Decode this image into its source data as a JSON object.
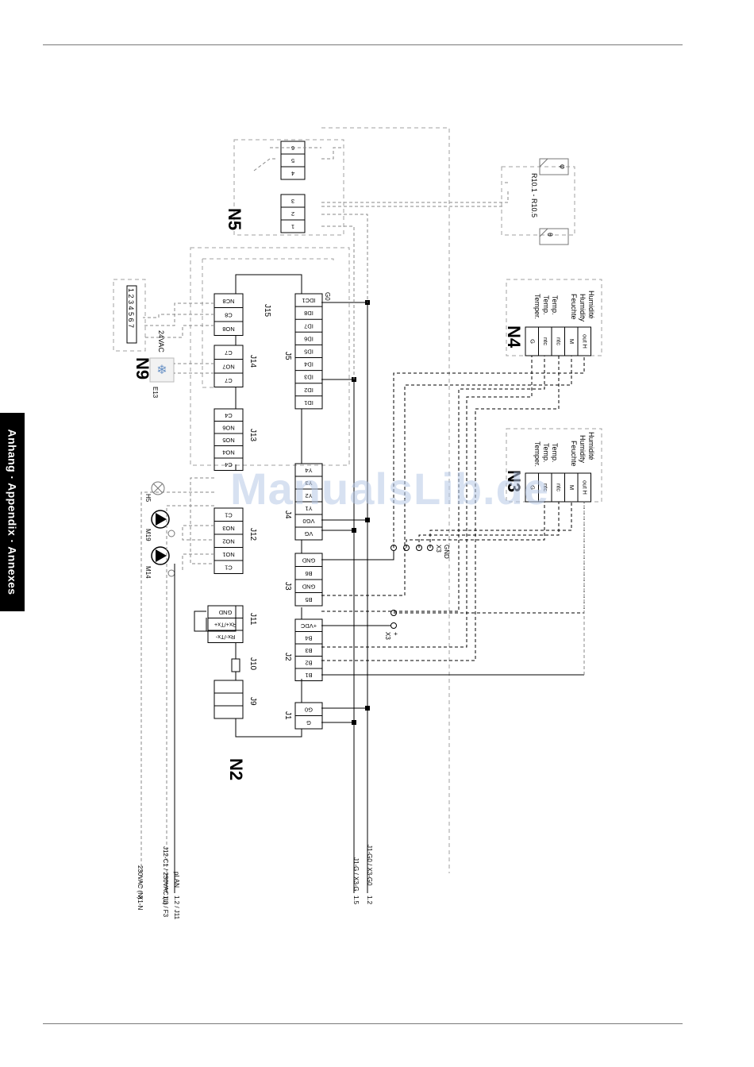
{
  "side_tab": "Anhang · Appendix · Annexes",
  "watermark": "ManualsLib.de",
  "modules": {
    "n2": "N2",
    "n5": "N5",
    "n9": "N9",
    "n4": "N4",
    "n3": "N3"
  },
  "connectors": {
    "j1": "J1",
    "j2": "J2",
    "j3": "J3",
    "j4": "J4",
    "j5": "J5",
    "j9": "J9",
    "j10": "J10",
    "j11": "J11",
    "j12": "J12",
    "j13": "J13",
    "j14": "J14",
    "j15": "J15"
  },
  "pins": {
    "j1": [
      "G0",
      "G"
    ],
    "j2": [
      "+VDC",
      "B4",
      "B3",
      "B2",
      "B1"
    ],
    "j3": [
      "GND",
      "B6",
      "GND",
      "B5"
    ],
    "j4": [
      "Y4",
      "Y3",
      "Y2",
      "Y1",
      "VG0",
      "VG"
    ],
    "j5": [
      "IDC1",
      "ID8",
      "ID7",
      "ID6",
      "ID5",
      "ID4",
      "ID3",
      "ID2",
      "ID1"
    ],
    "j11": [
      "GND",
      "Rx+/Tx+",
      "Rx-/Tx-"
    ],
    "j12": [
      "C1",
      "NO3",
      "NO2",
      "NO1",
      "C1"
    ],
    "j13": [
      "C4",
      "NO6",
      "NO5",
      "NO4",
      "C4"
    ],
    "j14": [
      "C7",
      "NO7",
      "C7"
    ],
    "j15": [
      "NC8",
      "C8",
      "NO8"
    ],
    "n5": [
      "6",
      "5",
      "4",
      "3",
      "2",
      "1"
    ],
    "n9": "1 2 3 4 5 6 7",
    "sensor": [
      "G",
      "ntc",
      "ntc",
      "M",
      "out H"
    ]
  },
  "sensor_labels": {
    "temp": [
      "Temper.",
      "Temp.",
      "Temp."
    ],
    "hum": [
      "Feuchte",
      "Humidity",
      "Humidité"
    ]
  },
  "components": {
    "e13": "E13",
    "h5": "H5",
    "m19": "M19",
    "m14": "M14",
    "vac24": "24VAC",
    "r10": "R10.1 - R10.5",
    "r_phi": "φ",
    "r_theta": "θ",
    "x3_gnd": "X3",
    "gnd": "GND",
    "x3_plus": "X3",
    "plus": "+",
    "g0_label": "G0"
  },
  "wires": {
    "w1": [
      "X1-N",
      "230VAC (N)"
    ],
    "w2": [
      "1.8 / F3",
      "J12-C1 / 230VAC (L)"
    ],
    "w3": [
      "1.2 / J11",
      "pLAN"
    ],
    "w4": [
      "1.5",
      "J1-G / X3-G"
    ],
    "w5": [
      "1.2",
      "J1-G0 / X3-G0"
    ]
  },
  "colors": {
    "line": "#000000",
    "dashed": "#8a8a8a",
    "box": "#a0a0a0",
    "tab": "#000000",
    "watermark": "#b8c9e6"
  }
}
